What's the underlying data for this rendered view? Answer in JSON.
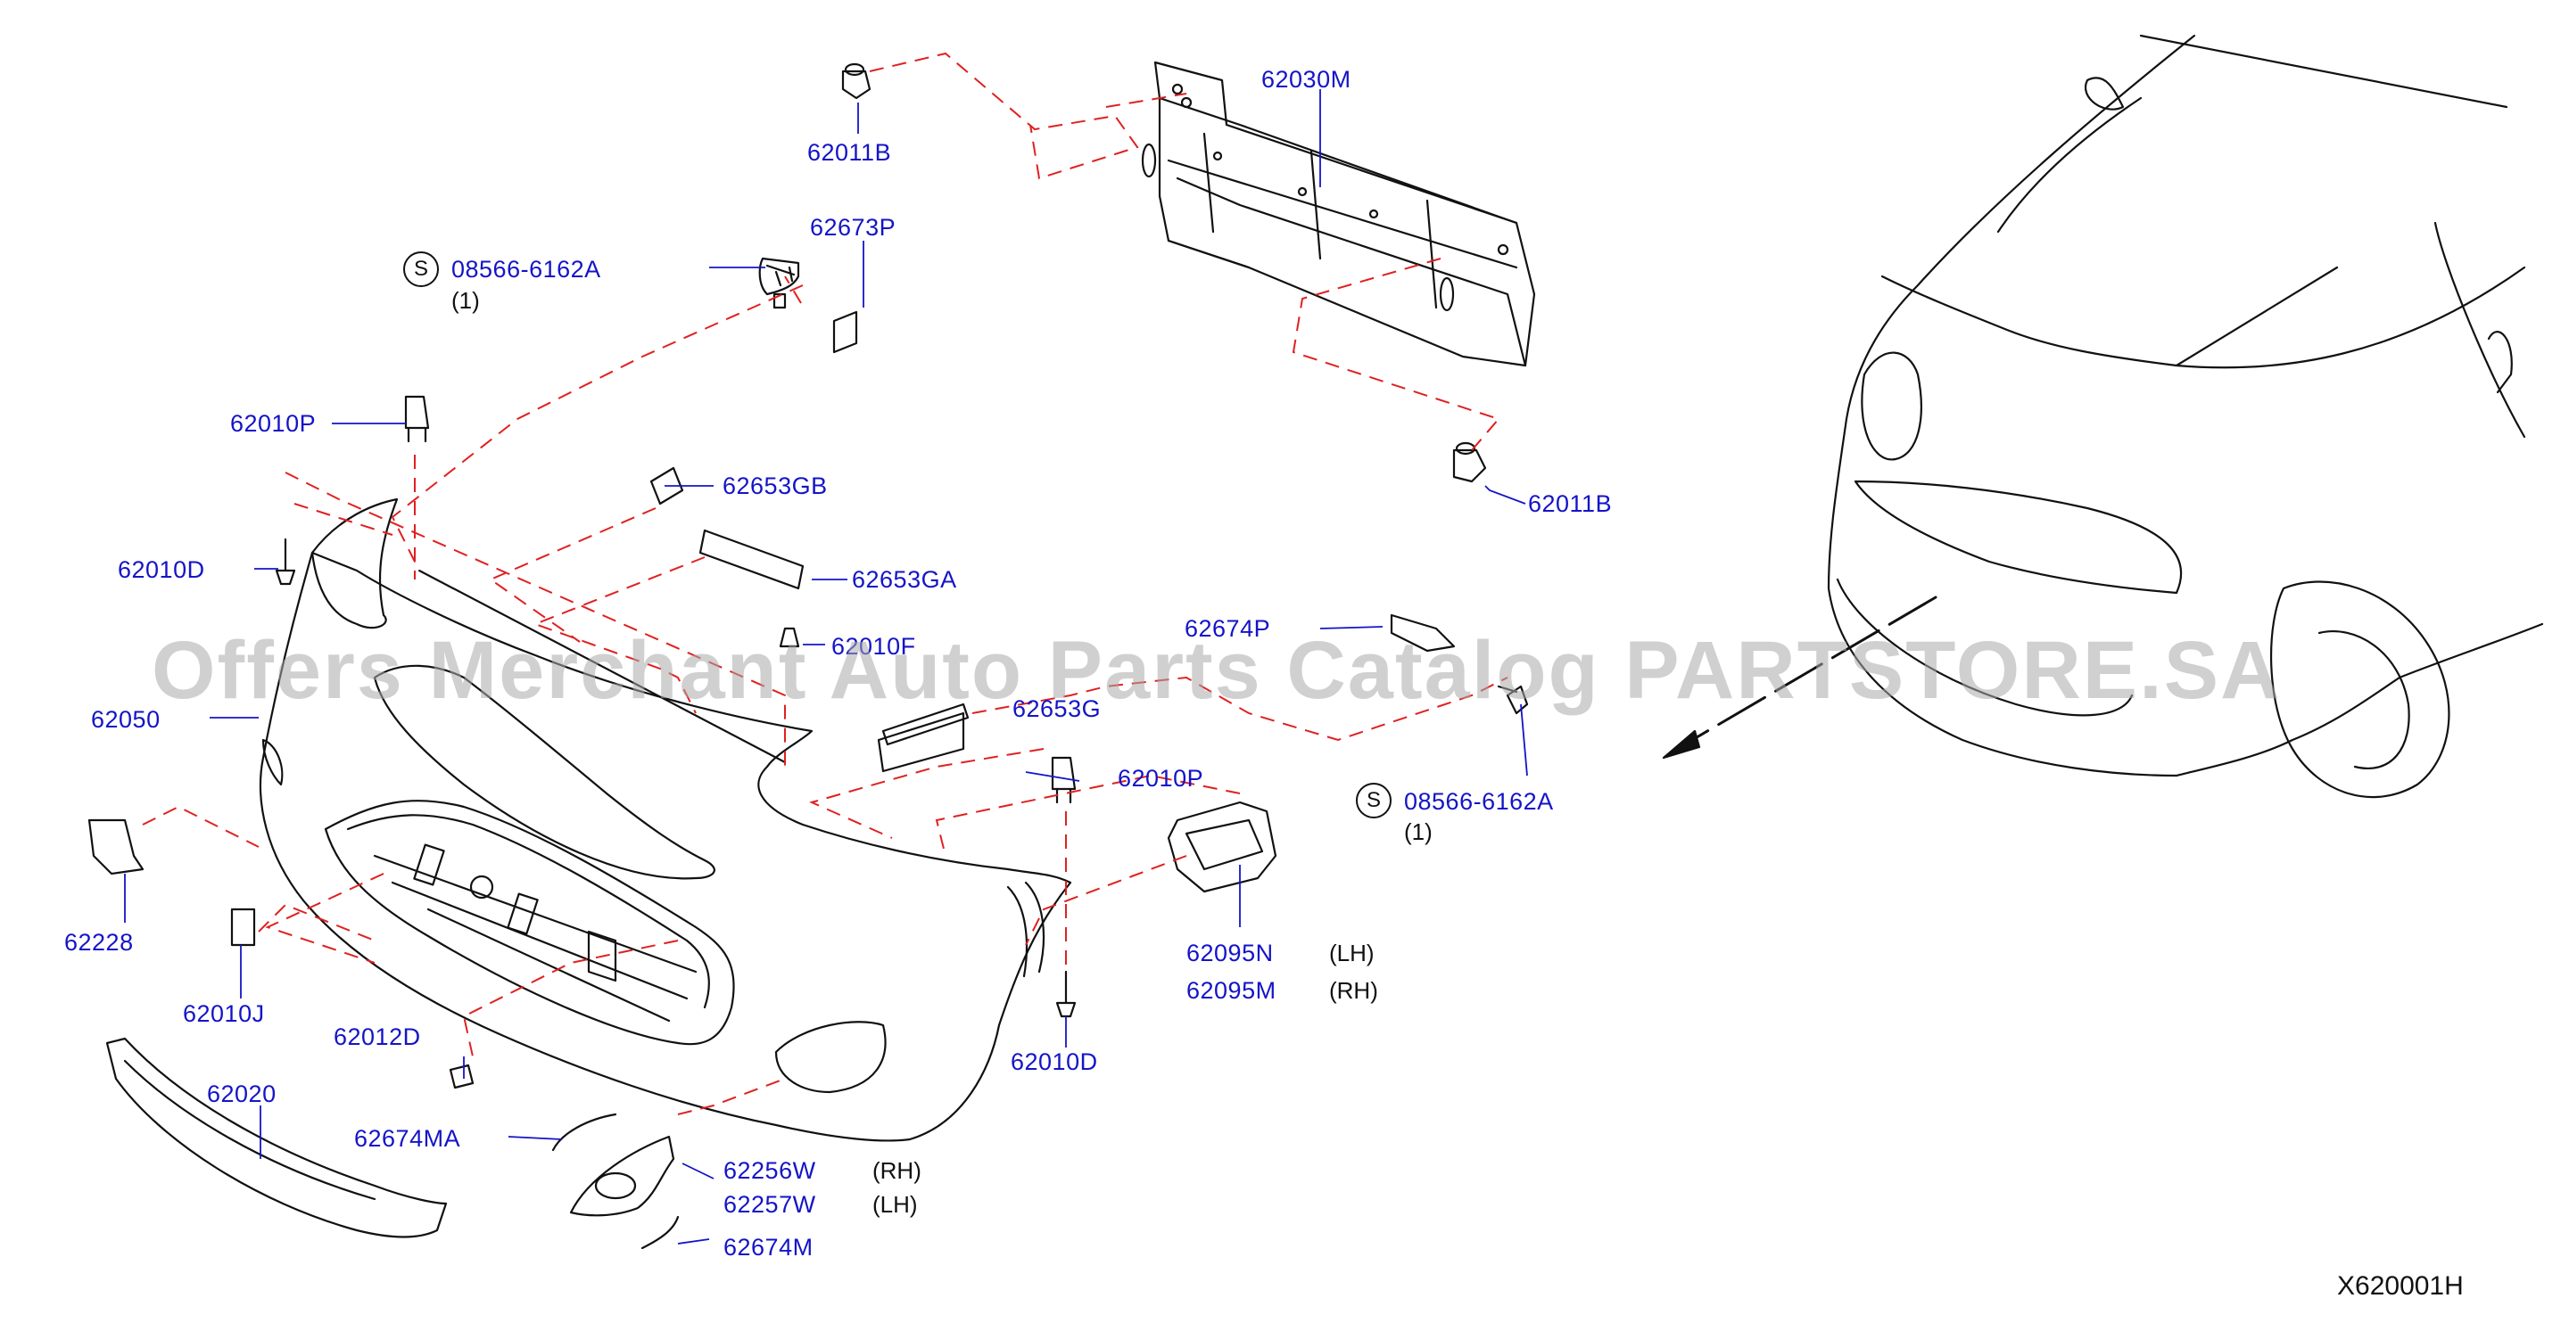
{
  "watermark": "Offers Merchant Auto Parts Catalog PARTSTORE.SA",
  "diagram_id": "X620001H",
  "callouts": {
    "p62030M": "62030M",
    "p62011B_top": "62011B",
    "p62673P": "62673P",
    "p08566_top": "08566-6162A",
    "p08566_top_qty": "(1)",
    "p62010P_left": "62010P",
    "p62653GB": "62653GB",
    "p62011B_right": "62011B",
    "p62010D_left": "62010D",
    "p62653GA": "62653GA",
    "p62010F": "62010F",
    "p62674P": "62674P",
    "p62050": "62050",
    "p62653G": "62653G",
    "p62010P_mid": "62010P",
    "p08566_mid": "08566-6162A",
    "p08566_mid_qty": "(1)",
    "p62228": "62228",
    "p62095N": "62095N",
    "p62095N_side": "(LH)",
    "p62095M": "62095M",
    "p62095M_side": "(RH)",
    "p62010J": "62010J",
    "p62012D": "62012D",
    "p62010D_bottom": "62010D",
    "p62020": "62020",
    "p62674MA": "62674MA",
    "p62256W": "62256W",
    "p62256W_side": "(RH)",
    "p62257W": "62257W",
    "p62257W_side": "(LH)",
    "p62674M": "62674M",
    "s_symbol": "S"
  }
}
